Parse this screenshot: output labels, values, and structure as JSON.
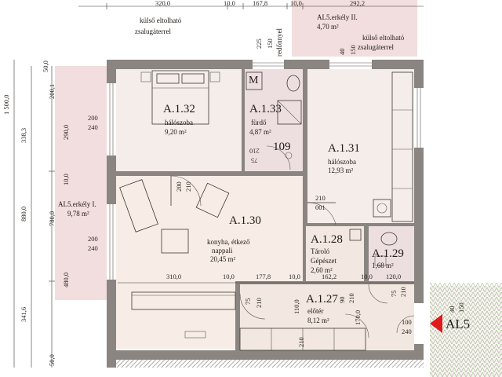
{
  "colors": {
    "wall": "#8a8580",
    "room_living": "#f7ede6",
    "room_bedroom": "#f5ede9",
    "room_bath": "#eddfe0",
    "room_hall": "#f2e8e1",
    "balcony": "#f2dede",
    "terrace": "#f5e4e4",
    "entrance_arrow": "#e01a1a",
    "grass": "#4f9a44"
  },
  "rooms": [
    {
      "code": "A.1.32",
      "name": "hálószoba",
      "area": "9,20 m²"
    },
    {
      "code": "A.1.33",
      "name": "fürdő",
      "area": "4,87 m²"
    },
    {
      "code": "A.1.31",
      "name": "hálószoba",
      "area": "12,93 m²"
    },
    {
      "code": "A.1.30",
      "name_line1": "konyha, étkező",
      "name_line2": "nappali",
      "area": "20,45 m²"
    },
    {
      "code": "A.1.28",
      "name_line1": "Tároló",
      "name_line2": "Gépészet",
      "area": "2,60 m²"
    },
    {
      "code": "A.1.29",
      "area": "1,68 m²"
    },
    {
      "code": "A.1.27",
      "name": "előtér",
      "area": "8,12 m²"
    }
  ],
  "balconies": [
    {
      "label": "AL5.erkély I.",
      "area": "9,78 m²"
    },
    {
      "label": "AL5.erkély II.",
      "area": "4,70 m²"
    }
  ],
  "notes": {
    "shutter_left_1": "külső eltolható",
    "shutter_left_2": "zsalugáterrel",
    "shutter_right_1": "külső eltolható",
    "shutter_right_2": "zsalugáterrel",
    "redonny": "redőnnyel",
    "meter": "M",
    "door_109": "109",
    "entrance": "AL5"
  },
  "dimensions": {
    "top": [
      "320,0",
      "10,0",
      "167,8",
      "10,0",
      "292,2"
    ],
    "left_outer": [
      "1 500,0",
      "880,0",
      "338,3",
      "341,6"
    ],
    "left_inner": [
      "50,0",
      "200,1",
      "290,0",
      "10,0",
      "780,0",
      "480,0",
      "50,0"
    ],
    "window_top": "200",
    "window_bottom": "240",
    "window2_top": "200",
    "window2_bottom": "240",
    "bath_window": [
      "225",
      "150"
    ],
    "right_window": [
      "40",
      "150"
    ],
    "door_bath": [
      "75",
      "210"
    ],
    "door_bed1": [
      "200",
      "210"
    ],
    "door_bed2": [
      "210",
      "001"
    ],
    "mid_row": [
      "310,0",
      "10,0",
      "177,8",
      "10,0",
      "162,2",
      "10,0",
      "120,0"
    ],
    "hall_doors": [
      "75",
      "210",
      "110,0",
      "210",
      "90",
      "210",
      "170,0",
      "75",
      "210"
    ],
    "entrance_door": [
      "100",
      "240"
    ],
    "right_small": [
      "40",
      "150"
    ]
  }
}
